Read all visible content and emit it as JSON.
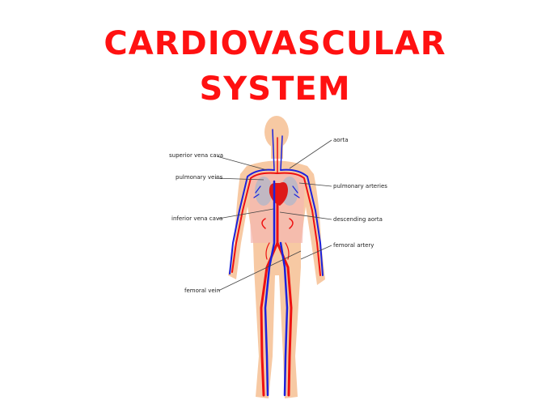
{
  "title": {
    "line1": "CARDIOVASCULAR",
    "line2": "SYSTEM",
    "color": "#ff1111"
  },
  "diagram": {
    "subject": "human body circulatory system",
    "colors": {
      "arteries": "#ee1111",
      "veins": "#1a22dd",
      "skin": "#f7c9a3",
      "lungs": "#b8b8c8",
      "leader_lines": "#444444"
    },
    "labels": {
      "left": [
        {
          "text": "superior vena cava"
        },
        {
          "text": "pulmonary veins"
        },
        {
          "text": "inferior vena cava"
        },
        {
          "text": "femoral vein"
        }
      ],
      "right": [
        {
          "text": "aorta"
        },
        {
          "text": "pulmonary arteries"
        },
        {
          "text": "descending aorta"
        },
        {
          "text": "femoral artery"
        }
      ]
    }
  }
}
